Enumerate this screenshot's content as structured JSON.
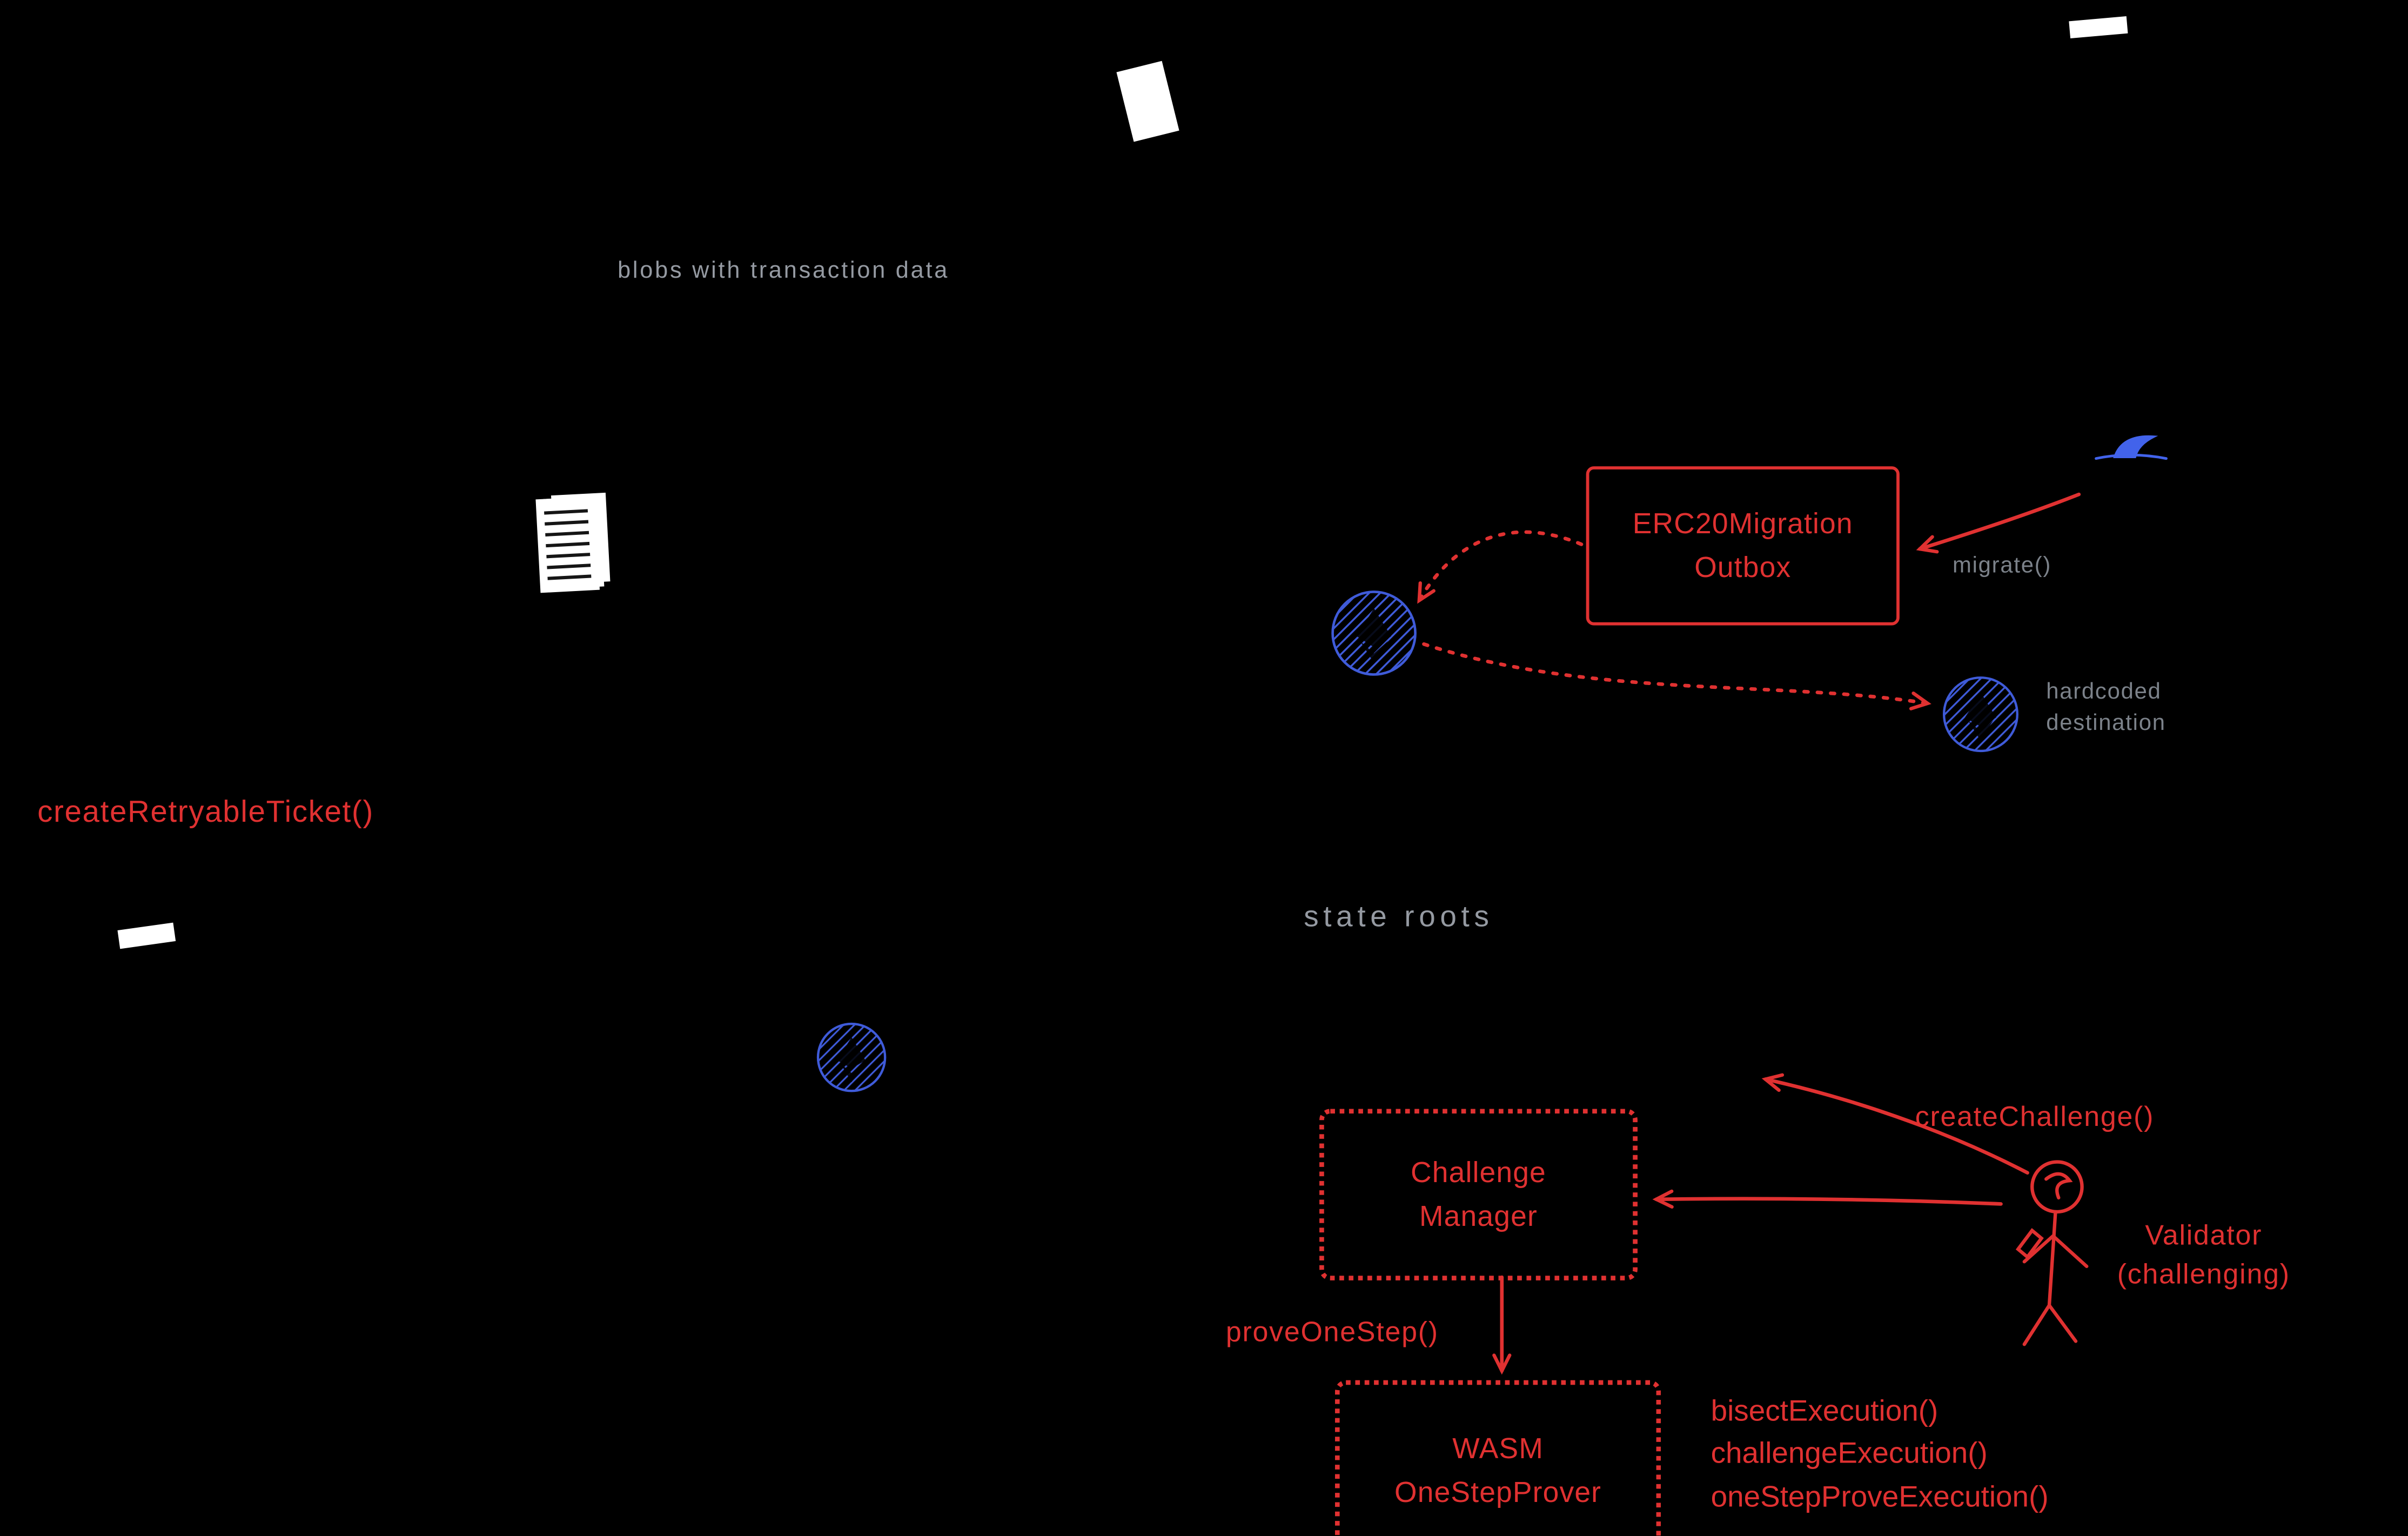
{
  "diagram": {
    "background": "#000000",
    "colors": {
      "red": "#e03131",
      "blue": "#3f5bd9",
      "gray": "#959aa2",
      "dim_gray": "#7c828a",
      "white": "#ffffff"
    }
  },
  "nodes": {
    "erc20_migration_outbox": "ERC20Migration\nOutbox",
    "challenge_manager": "Challenge\nManager",
    "wasm_one_step_prover": "WASM\nOneStepProver"
  },
  "annotations": {
    "blobs_with_transaction_data": "blobs with transaction data",
    "state_roots": "state roots",
    "migrate": "migrate()",
    "hardcoded_destination": "hardcoded\ndestination",
    "create_retryable_ticket": "createRetryableTicket()",
    "create_challenge": "createChallenge()",
    "validator_challenging": "Validator\n(challenging)",
    "prove_one_step": "proveOneStep()",
    "bisect_execution": "bisectExecution()",
    "challenge_execution": "challengeExecution()",
    "one_step_prove_execution": "oneStepProveExecution()"
  },
  "icons": {
    "document": "document-icon",
    "fin": "fin-icon",
    "eth_token": "eth-token-icon",
    "validator_figure": "stick-figure-icon"
  }
}
